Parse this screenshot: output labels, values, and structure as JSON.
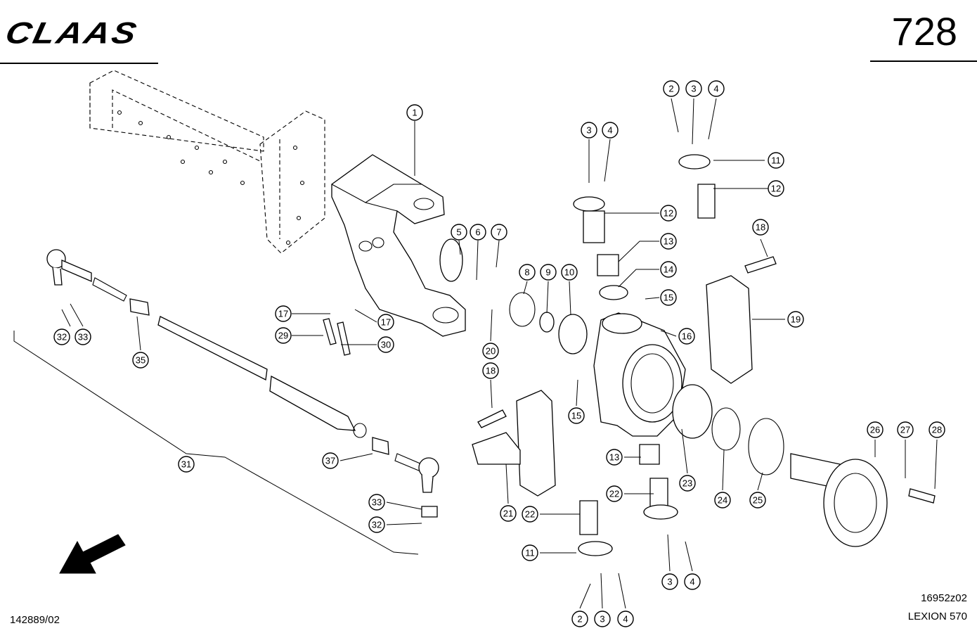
{
  "header": {
    "brand": "CLAAS",
    "page_number": "728"
  },
  "footer": {
    "drawing_id": "142889/02",
    "figure_code": "16952z02",
    "model": "LEXION 570"
  },
  "callouts": [
    {
      "id": "c1",
      "label": "1"
    },
    {
      "id": "c2a",
      "label": "2"
    },
    {
      "id": "c3a",
      "label": "3"
    },
    {
      "id": "c4a",
      "label": "4"
    },
    {
      "id": "c3b",
      "label": "3"
    },
    {
      "id": "c4b",
      "label": "4"
    },
    {
      "id": "c5",
      "label": "5"
    },
    {
      "id": "c6",
      "label": "6"
    },
    {
      "id": "c7",
      "label": "7"
    },
    {
      "id": "c8",
      "label": "8"
    },
    {
      "id": "c9",
      "label": "9"
    },
    {
      "id": "c10",
      "label": "10"
    },
    {
      "id": "c11a",
      "label": "11"
    },
    {
      "id": "c12a",
      "label": "12"
    },
    {
      "id": "c12b",
      "label": "12"
    },
    {
      "id": "c13a",
      "label": "13"
    },
    {
      "id": "c14",
      "label": "14"
    },
    {
      "id": "c15a",
      "label": "15"
    },
    {
      "id": "c16",
      "label": "16"
    },
    {
      "id": "c17a",
      "label": "17"
    },
    {
      "id": "c17b",
      "label": "17"
    },
    {
      "id": "c18a",
      "label": "18"
    },
    {
      "id": "c19",
      "label": "19"
    },
    {
      "id": "c29",
      "label": "29"
    },
    {
      "id": "c30",
      "label": "30"
    },
    {
      "id": "c20",
      "label": "20"
    },
    {
      "id": "c18b",
      "label": "18"
    },
    {
      "id": "c15b",
      "label": "15"
    },
    {
      "id": "c32a",
      "label": "32"
    },
    {
      "id": "c33a",
      "label": "33"
    },
    {
      "id": "c35",
      "label": "35"
    },
    {
      "id": "c31",
      "label": "31"
    },
    {
      "id": "c37",
      "label": "37"
    },
    {
      "id": "c33b",
      "label": "33"
    },
    {
      "id": "c32b",
      "label": "32"
    },
    {
      "id": "c21",
      "label": "21"
    },
    {
      "id": "c22a",
      "label": "22"
    },
    {
      "id": "c22b",
      "label": "22"
    },
    {
      "id": "c13b",
      "label": "13"
    },
    {
      "id": "c23",
      "label": "23"
    },
    {
      "id": "c24",
      "label": "24"
    },
    {
      "id": "c25",
      "label": "25"
    },
    {
      "id": "c26",
      "label": "26"
    },
    {
      "id": "c27",
      "label": "27"
    },
    {
      "id": "c28",
      "label": "28"
    },
    {
      "id": "c11b",
      "label": "11"
    },
    {
      "id": "c3c",
      "label": "3"
    },
    {
      "id": "c4c",
      "label": "4"
    },
    {
      "id": "c2b",
      "label": "2"
    },
    {
      "id": "c3d",
      "label": "3"
    },
    {
      "id": "c4d",
      "label": "4"
    }
  ]
}
